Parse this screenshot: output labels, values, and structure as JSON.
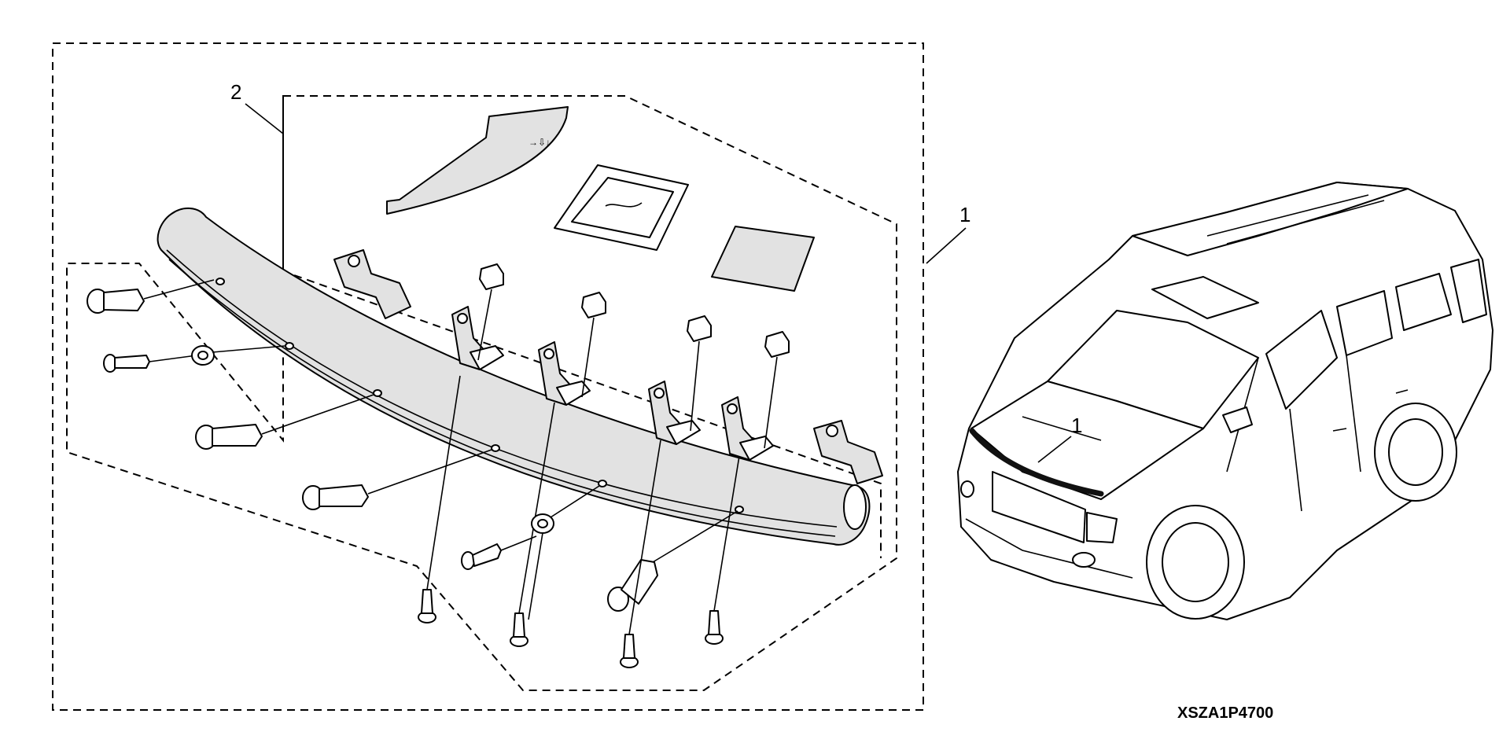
{
  "callouts": {
    "kit_label": "1",
    "subkit_label": "2",
    "vehicle_label": "1"
  },
  "figure_code": "XSZA1P4700"
}
